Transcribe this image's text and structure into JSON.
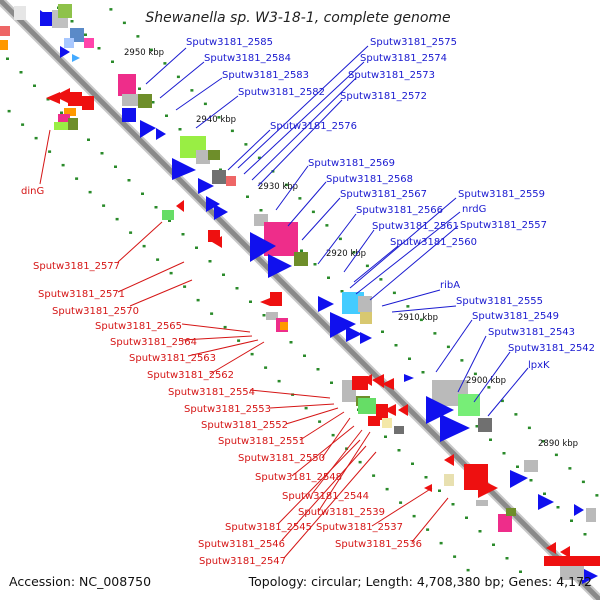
{
  "title": "Shewanella sp. W3-18-1, complete genome",
  "accession_text": "Accession: NC_008750",
  "topology_text": "Topology: circular; Length: 4,708,380 bp; Genes: 4,172",
  "colors": {
    "forward": "#1010ee",
    "reverse": "#ee1010",
    "backbone": "#8a8a8a",
    "tick": "#2a8a2a"
  },
  "kbp_labels": [
    "2950 kbp",
    "2940 kbp",
    "2930 kbp",
    "2920 kbp",
    "2910 kbp",
    "2900 kbp",
    "2890 kbp"
  ],
  "forward_labels": [
    "Sputw3181_2585",
    "Sputw3181_2584",
    "Sputw3181_2583",
    "Sputw3181_2582",
    "Sputw3181_2575",
    "Sputw3181_2574",
    "Sputw3181_2573",
    "Sputw3181_2572",
    "Sputw3181_2576",
    "Sputw3181_2569",
    "Sputw3181_2568",
    "Sputw3181_2567",
    "Sputw3181_2566",
    "Sputw3181_2561",
    "Sputw3181_2560",
    "Sputw3181_2559",
    "nrdG",
    "Sputw3181_2557",
    "ribA",
    "Sputw3181_2555",
    "Sputw3181_2549",
    "Sputw3181_2543",
    "Sputw3181_2542",
    "lpxK"
  ],
  "reverse_labels": [
    "dinG",
    "Sputw3181_2577",
    "Sputw3181_2571",
    "Sputw3181_2570",
    "Sputw3181_2565",
    "Sputw3181_2564",
    "Sputw3181_2563",
    "Sputw3181_2562",
    "Sputw3181_2554",
    "Sputw3181_2553",
    "Sputw3181_2552",
    "Sputw3181_2551",
    "Sputw3181_2550",
    "Sputw3181_2548",
    "Sputw3181_2544",
    "Sputw3181_2539",
    "Sputw3181_2545",
    "Sputw3181_2537",
    "Sputw3181_2546",
    "Sputw3181_2536",
    "Sputw3181_2547"
  ]
}
